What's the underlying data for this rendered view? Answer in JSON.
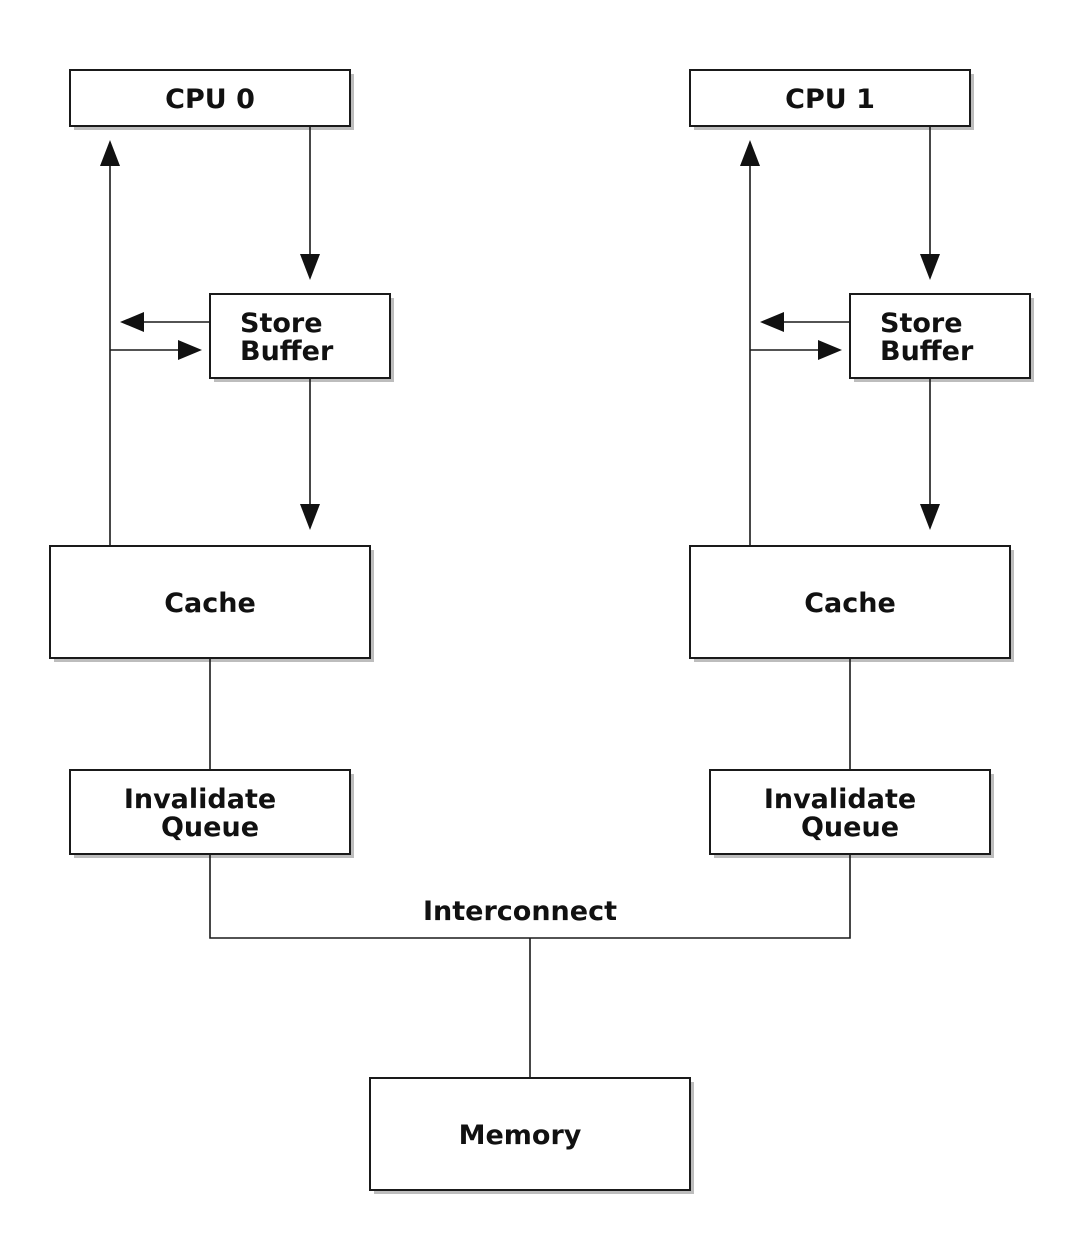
{
  "cpu0": {
    "label": "CPU 0"
  },
  "cpu1": {
    "label": "CPU 1"
  },
  "store_buffer_0": {
    "line1": "Store",
    "line2": "Buffer"
  },
  "store_buffer_1": {
    "line1": "Store",
    "line2": "Buffer"
  },
  "cache_0": {
    "label": "Cache"
  },
  "cache_1": {
    "label": "Cache"
  },
  "invalidate_queue_0": {
    "line1": "Invalidate",
    "line2": "Queue"
  },
  "invalidate_queue_1": {
    "line1": "Invalidate",
    "line2": "Queue"
  },
  "interconnect": {
    "label": "Interconnect"
  },
  "memory": {
    "label": "Memory"
  }
}
